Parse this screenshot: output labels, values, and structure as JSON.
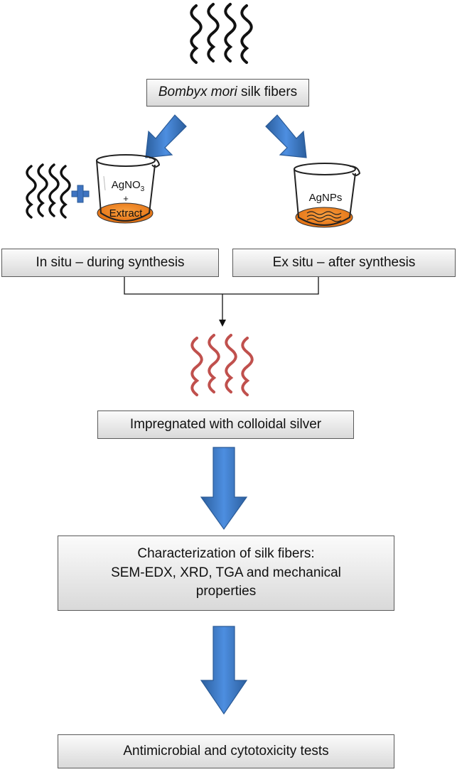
{
  "source": {
    "label_italic": "Bombyx mori",
    "label_rest": " silk fibers"
  },
  "beakers": {
    "left_reagent": "AgNO",
    "left_reagent_sub": "3",
    "left_plus": "+",
    "left_extract": "Extract",
    "right_content": "AgNPs"
  },
  "methods": {
    "in_situ": "In situ – during synthesis",
    "ex_situ": "Ex situ – after synthesis"
  },
  "result": {
    "impregnated": "Impregnated with colloidal silver"
  },
  "characterization": {
    "line1": "Characterization of silk fibers:",
    "line2": "SEM-EDX, XRD, TGA and mechanical",
    "line3": "properties"
  },
  "tests": {
    "label": "Antimicrobial and cytotoxicity tests"
  },
  "colors": {
    "fiber_black": "#111111",
    "fiber_red": "#c0504d",
    "arrow_blue": "#3a78c9",
    "plus_blue": "#3f74c1",
    "liquid_orange": "#f07f1c"
  }
}
